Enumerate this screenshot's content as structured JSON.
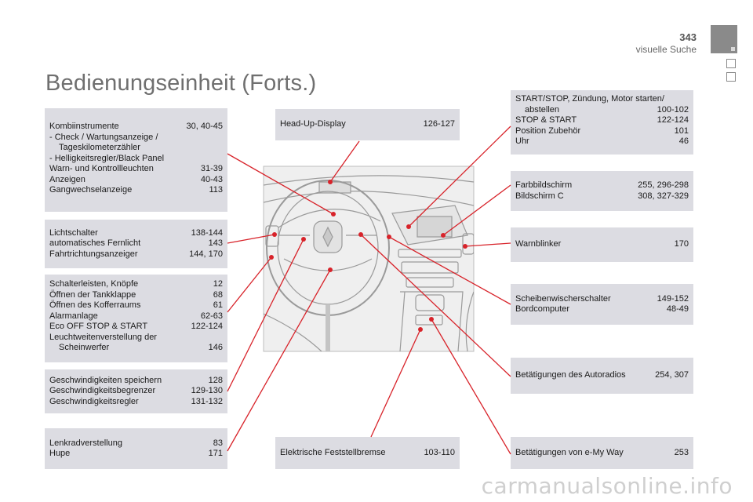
{
  "header": {
    "page_number": "343",
    "section": "visuelle Suche",
    "title": "Bedienungseinheit (Forts.)"
  },
  "boxes": {
    "b1": [
      {
        "label": "Kombiinstrumente",
        "page": "30, 40-45"
      },
      {
        "label": "-  Check / Wartungsanzeige /",
        "page": ""
      },
      {
        "label": "Tageskilometerzähler",
        "page": "",
        "indent": true
      },
      {
        "label": "-  Helligkeitsregler/Black Panel",
        "page": ""
      },
      {
        "label": "Warn- und Kontrollleuchten",
        "page": "31-39"
      },
      {
        "label": "Anzeigen",
        "page": "40-43"
      },
      {
        "label": "Gangwechselanzeige",
        "page": "113"
      }
    ],
    "b2": [
      {
        "label": "Lichtschalter",
        "page": "138-144"
      },
      {
        "label": "automatisches Fernlicht",
        "page": "143"
      },
      {
        "label": "Fahrtrichtungsanzeiger",
        "page": "144, 170"
      }
    ],
    "b3": [
      {
        "label": "Schalterleisten, Knöpfe",
        "page": "12"
      },
      {
        "label": "Öffnen der Tankklappe",
        "page": "68"
      },
      {
        "label": "Öffnen des Kofferraums",
        "page": "61"
      },
      {
        "label": "Alarmanlage",
        "page": "62-63"
      },
      {
        "label": "Eco OFF STOP & START",
        "page": "122-124"
      },
      {
        "label": "Leuchtweitenverstellung der",
        "page": ""
      },
      {
        "label": "Scheinwerfer",
        "page": "146",
        "indent": true
      }
    ],
    "b4": [
      {
        "label": "Geschwindigkeiten speichern",
        "page": "128"
      },
      {
        "label": "Geschwindigkeitsbegrenzer",
        "page": "129-130"
      },
      {
        "label": "Geschwindigkeitsregler",
        "page": "131-132"
      }
    ],
    "b5": [
      {
        "label": "Lenkradverstellung",
        "page": "83"
      },
      {
        "label": "Hupe",
        "page": "171"
      }
    ],
    "b6": [
      {
        "label": "Head-Up-Display",
        "page": "126-127"
      }
    ],
    "b7": [
      {
        "label": "Elektrische Feststellbremse",
        "page": "103-110"
      }
    ],
    "b8": [
      {
        "label": "START/STOP, Zündung, Motor starten/",
        "page": ""
      },
      {
        "label": "abstellen",
        "page": "100-102",
        "indent": true
      },
      {
        "label": "STOP & START",
        "page": "122-124"
      },
      {
        "label": "Position Zubehör",
        "page": "101"
      },
      {
        "label": "Uhr",
        "page": "46"
      }
    ],
    "b9": [
      {
        "label": "Farbbildschirm",
        "page": "255, 296-298"
      },
      {
        "label": "Bildschirm C",
        "page": "308, 327-329"
      }
    ],
    "b10": [
      {
        "label": "Warnblinker",
        "page": "170"
      }
    ],
    "b11": [
      {
        "label": "Scheibenwischerschalter",
        "page": "149-152"
      },
      {
        "label": "Bordcomputer",
        "page": "48-49"
      }
    ],
    "b12": [
      {
        "label": "Betätigungen des Autoradios",
        "page": "254, 307"
      }
    ],
    "b13": [
      {
        "label": "Betätigungen von e-My Way",
        "page": "253"
      }
    ]
  },
  "colors": {
    "accent_red": "#d8232a",
    "box_bg": "#dcdce2"
  },
  "footer": {
    "watermark": "carmanualsonline.info"
  }
}
